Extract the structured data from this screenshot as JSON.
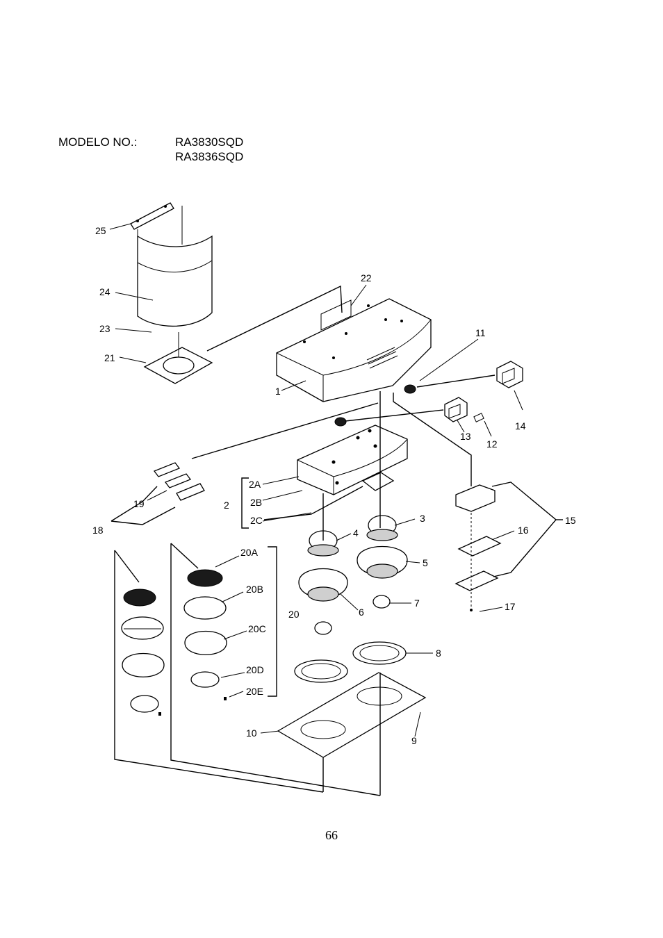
{
  "header": {
    "model_label": "MODELO NO.:",
    "models": [
      "RA3830SQD",
      "RA3836SQD"
    ]
  },
  "diagram": {
    "callouts": {
      "c25": "25",
      "c24": "24",
      "c23": "23",
      "c21": "21",
      "c22": "22",
      "c1": "1",
      "c11": "11",
      "c14": "14",
      "c13": "13",
      "c12": "12",
      "c2": "2",
      "c2A": "2A",
      "c2B": "2B",
      "c2C": "2C",
      "c19": "19",
      "c18": "18",
      "c3": "3",
      "c4": "4",
      "c5": "5",
      "c6": "6",
      "c7": "7",
      "c8": "8",
      "c9": "9",
      "c10": "10",
      "c15": "15",
      "c16": "16",
      "c17": "17",
      "c20": "20",
      "c20A": "20A",
      "c20B": "20B",
      "c20C": "20C",
      "c20D": "20D",
      "c20E": "20E"
    }
  },
  "page_number": "66"
}
